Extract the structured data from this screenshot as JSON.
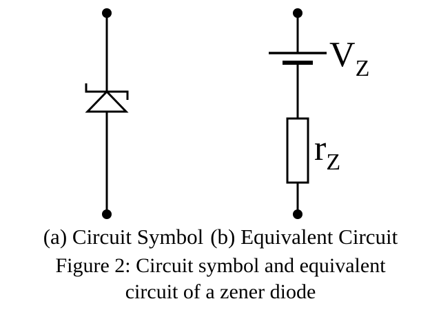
{
  "figure": {
    "part_a_label": "(a) Circuit Symbol",
    "part_b_label": "(b) Equivalent Circuit",
    "caption_line1": "Figure 2: Circuit symbol and equivalent",
    "caption_line2": "circuit of a zener diode",
    "labels": {
      "vz_main": "V",
      "vz_sub": "Z",
      "rz_main": "r",
      "rz_sub": "Z"
    }
  },
  "colors": {
    "ink": "#000000",
    "background": "#ffffff"
  }
}
